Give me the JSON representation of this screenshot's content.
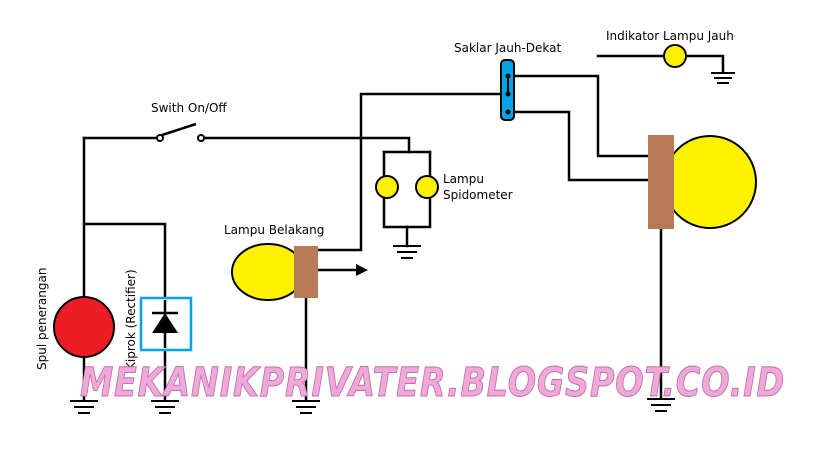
{
  "diagram": {
    "labels": {
      "switch": "Swith On/Off",
      "rear_lamp": "Lampu Belakang",
      "speedo_lamp_line1": "Lampu",
      "speedo_lamp_line2": "Spidometer",
      "dimmer_switch": "Saklar Jauh-Dekat",
      "high_beam_indicator": "Indikator Lampu Jauh",
      "lighting_coil": "Spul penerangan",
      "rectifier": "Kiprok (Rectifier)"
    },
    "watermark": "MEKANIKPRIVATER.BLOGSPOT.CO.ID",
    "colors": {
      "coil": "#ee1c24",
      "lamp": "#fff200",
      "lamp_socket": "#b97a57",
      "rectifier_box": "#00a2e8",
      "dimmer_switch": "#00a2e8",
      "watermark_fill": "#f0a8d8"
    }
  }
}
